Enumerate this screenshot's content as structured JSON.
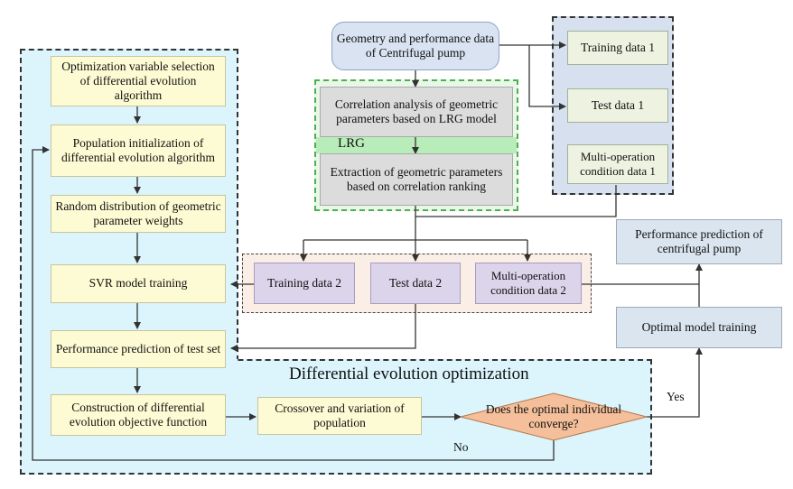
{
  "nodes": {
    "geometry": "Geometry and performance data of Centrifugal pump",
    "correlation": "Correlation analysis of geometric parameters based on LRG model",
    "lrg": "LRG",
    "extraction": "Extraction of geometric parameters based on correlation ranking",
    "training1": "Training data 1",
    "test1": "Test data 1",
    "multi1": "Multi-operation condition data 1",
    "opt_var": "Optimization variable selection of differential evolution algorithm",
    "pop_init": "Population initialization of differential evolution algorithm",
    "random_dist": "Random distribution of geometric parameter weights",
    "svr": "SVR model training",
    "perf_test": "Performance prediction of test set",
    "construct": "Construction of differential evolution objective function",
    "crossover": "Crossover and variation of population",
    "converge": "Does the optimal individual converge?",
    "training2": "Training data 2",
    "test2": "Test data 2",
    "multi2": "Multi-operation condition data 2",
    "perf_pump": "Performance prediction of centrifugal pump",
    "optimal": "Optimal model training"
  },
  "labels": {
    "de_title": "Differential evolution optimization",
    "yes": "Yes",
    "no": "No"
  }
}
